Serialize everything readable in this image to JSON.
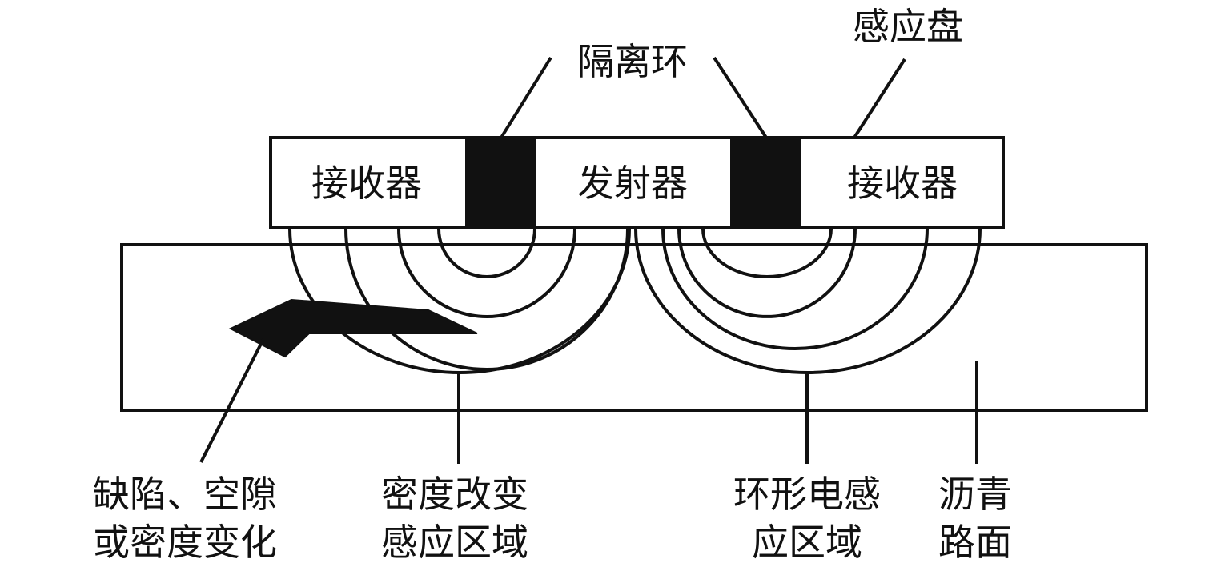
{
  "callouts": {
    "isolation_ring": "隔离环",
    "sensor_plate": "感应盘",
    "defect": [
      "缺陷、空隙",
      "或密度变化"
    ],
    "density_zone": [
      "密度改变",
      "感应区域"
    ],
    "ring_zone": [
      "环形电感",
      "应区域"
    ],
    "asphalt": [
      "沥青",
      "路面"
    ]
  },
  "sensor": {
    "left_receiver": "接收器",
    "transmitter": "发射器",
    "right_receiver": "接收器"
  },
  "colors": {
    "line": "#111111",
    "fill_dark": "#111111",
    "background": "#ffffff"
  }
}
